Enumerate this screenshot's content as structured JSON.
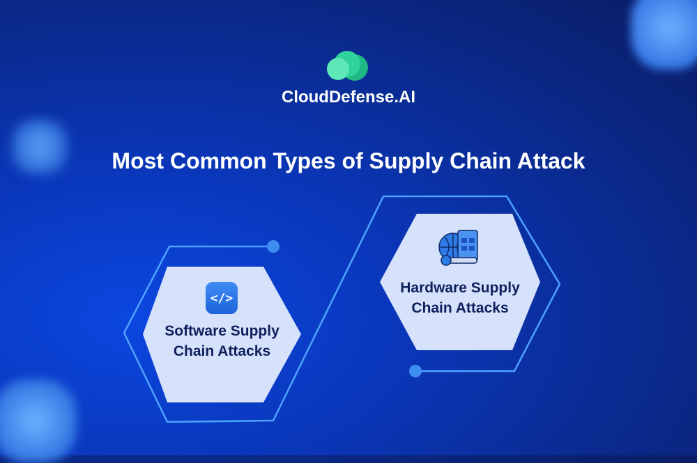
{
  "brand": {
    "name": "CloudDefense.AI",
    "logo_colors": [
      "#5ee8b8",
      "#2fd39a",
      "#1fb783"
    ]
  },
  "title": "Most Common Types of Supply Chain Attack",
  "items": [
    {
      "line1": "Software Supply",
      "line2": "Chain Attacks",
      "icon": "code-icon",
      "icon_text": "</>"
    },
    {
      "line1": "Hardware Supply",
      "line2": "Chain Attacks",
      "icon": "hardware-globe-wrench-icon"
    }
  ],
  "colors": {
    "hex_fill": "#d6e2fb",
    "outline": "#4da3ff",
    "text": "#0e1f5c"
  }
}
